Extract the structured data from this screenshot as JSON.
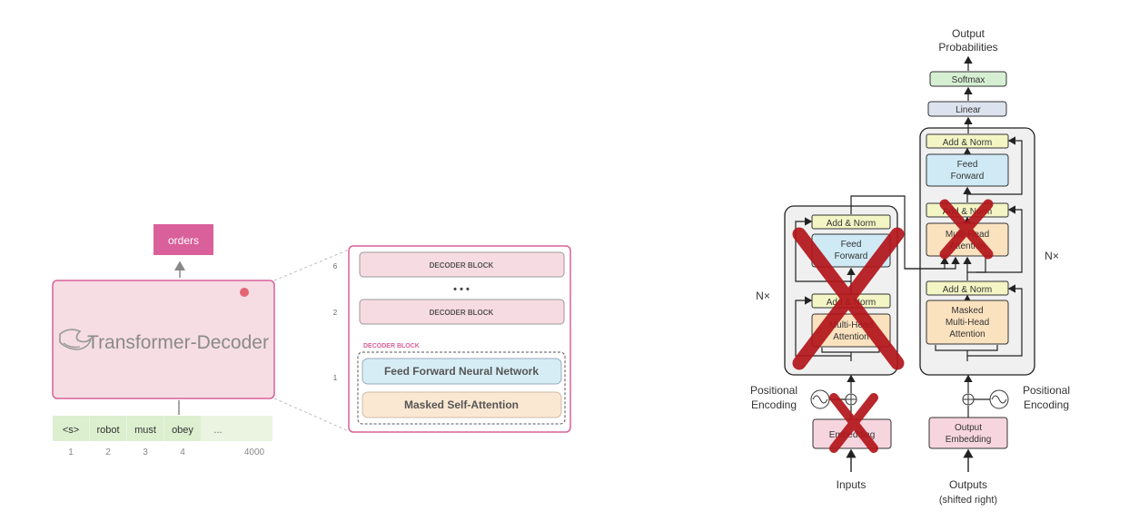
{
  "left": {
    "output_token": "orders",
    "model_label": "Transformer-Decoder",
    "input_tokens": [
      "<s>",
      "robot",
      "must",
      "obey",
      "..."
    ],
    "positions": [
      "1",
      "2",
      "3",
      "4",
      "4000"
    ],
    "stack": {
      "top_index": "6",
      "top_block": "DECODER BLOCK",
      "dots": "• • •",
      "mid_index": "2",
      "mid_block": "DECODER BLOCK",
      "detail_title": "DECODER BLOCK",
      "detail_index": "1",
      "ffn": "Feed Forward Neural Network",
      "attn": "Masked Self-Attention"
    }
  },
  "right": {
    "output_title_1": "Output",
    "output_title_2": "Probabilities",
    "softmax": "Softmax",
    "linear": "Linear",
    "dec_addnorm_top": "Add & Norm",
    "dec_ff_1": "Feed",
    "dec_ff_2": "Forward",
    "dec_addnorm_mid": "Add & Norm",
    "dec_mha_1": "Multi-Head",
    "dec_mha_2": "Attention",
    "dec_addnorm_bot": "Add & Norm",
    "dec_mmha_1": "Masked",
    "dec_mmha_2": "Multi-Head",
    "dec_mmha_3": "Attention",
    "dec_nx": "N×",
    "enc_nx": "N×",
    "enc_addnorm_top": "Add & Norm",
    "enc_ff_1": "Feed",
    "enc_ff_2": "Forward",
    "enc_addnorm_bot": "Add & Norm",
    "enc_mha_1": "Multi-Head",
    "enc_mha_2": "Attention",
    "enc_pos_1": "Positional",
    "enc_pos_2": "Encoding",
    "dec_pos_1": "Positional",
    "dec_pos_2": "Encoding",
    "input_emb": "Embedding",
    "output_emb_1": "Output",
    "output_emb_2": "Embedding",
    "inputs": "Inputs",
    "outputs_1": "Outputs",
    "outputs_2": "(shifted right)"
  },
  "colors": {
    "pink_box": "#f6d8e0",
    "magenta": "#d9609a",
    "token_bg": "#e5f2d8",
    "ffn_blue": "#cfeaf5",
    "attn_orange": "#fbe4c4",
    "addnorm_yellow": "#f3f6c4",
    "softmax_green": "#d8efd6",
    "linear_gray": "#dde3ee",
    "cross_red": "#b3151b"
  }
}
